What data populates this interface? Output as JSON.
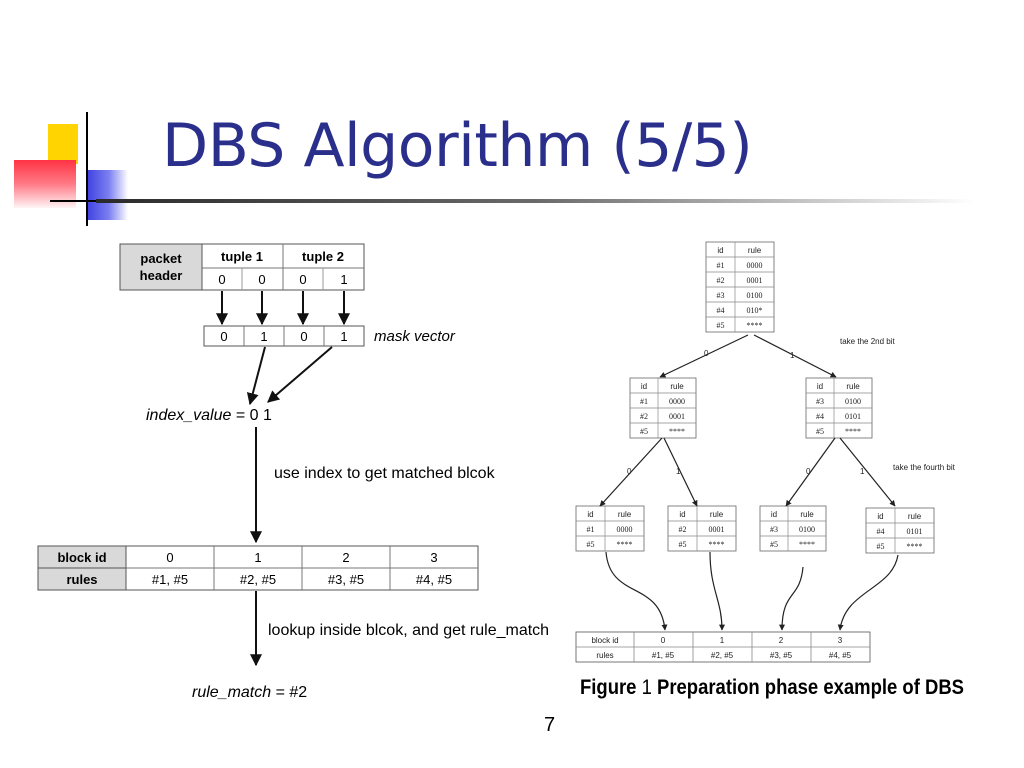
{
  "slide": {
    "title": "DBS Algorithm (5/5)",
    "page_number": "7",
    "accent": "#2b2f8c"
  },
  "left": {
    "packet_header_label": [
      "packet",
      "header"
    ],
    "tuple1_label": "tuple 1",
    "tuple2_label": "tuple 2",
    "header_bits": [
      "0",
      "0",
      "0",
      "1"
    ],
    "mask_bits": [
      "0",
      "1",
      "0",
      "1"
    ],
    "mask_label": "mask vector",
    "index_label": "index_value",
    "index_value": " = 0 1",
    "use_index_text": "use index to get matched blcok",
    "block_table": {
      "row1_label": "block id",
      "row2_label": "rules",
      "ids": [
        "0",
        "1",
        "2",
        "3"
      ],
      "rules": [
        "#1, #5",
        "#2, #5",
        "#3, #5",
        "#4, #5"
      ]
    },
    "lookup_text": "lookup inside blcok, and get rule_match",
    "rule_match_label": "rule_match",
    "rule_match_value": " = #2"
  },
  "right": {
    "col_id": "id",
    "col_rule": "rule",
    "root_rows": [
      [
        "#1",
        "0000"
      ],
      [
        "#2",
        "0001"
      ],
      [
        "#3",
        "0100"
      ],
      [
        "#4",
        "010*"
      ],
      [
        "#5",
        "****"
      ]
    ],
    "level1_left": [
      [
        "#1",
        "0000"
      ],
      [
        "#2",
        "0001"
      ],
      [
        "#5",
        "****"
      ]
    ],
    "level1_right": [
      [
        "#3",
        "0100"
      ],
      [
        "#4",
        "0101"
      ],
      [
        "#5",
        "****"
      ]
    ],
    "leaf1": [
      [
        "#1",
        "0000"
      ],
      [
        "#5",
        "****"
      ]
    ],
    "leaf2": [
      [
        "#2",
        "0001"
      ],
      [
        "#5",
        "****"
      ]
    ],
    "leaf3": [
      [
        "#3",
        "0100"
      ],
      [
        "#5",
        "****"
      ]
    ],
    "leaf4": [
      [
        "#4",
        "0101"
      ],
      [
        "#5",
        "****"
      ]
    ],
    "edge_0": "0",
    "edge_1": "1",
    "take_2nd": "take the 2nd bit",
    "take_4th": "take the fourth bit",
    "bottom_table": {
      "row1_label": "block id",
      "row2_label": "rules",
      "ids": [
        "0",
        "1",
        "2",
        "3"
      ],
      "rules": [
        "#1, #5",
        "#2, #5",
        "#3, #5",
        "#4, #5"
      ]
    },
    "caption_prefix": "Figure ",
    "caption_num": "1",
    "caption_text": " Preparation phase example of DBS"
  }
}
